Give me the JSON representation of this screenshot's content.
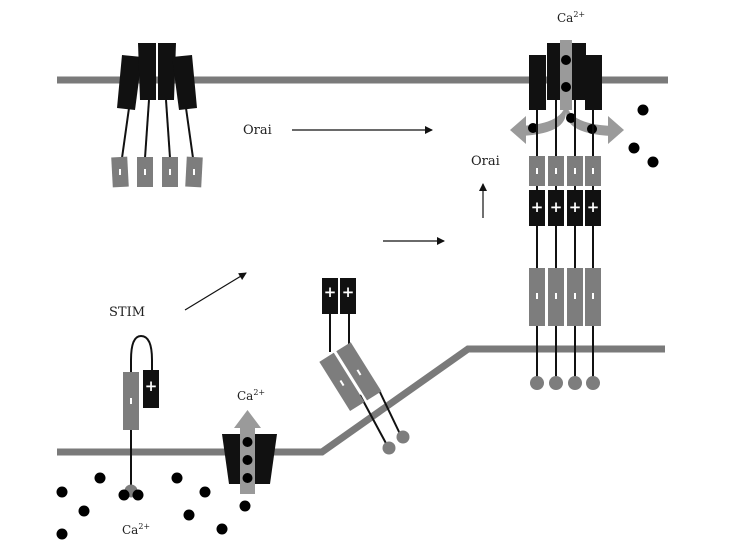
{
  "labels": {
    "orai_top": "Orai",
    "orai_right": "Orai",
    "stim": "STIM",
    "ca_top_base": "Ca",
    "ca_top_sup": "2+",
    "ca_mid_base": "Ca",
    "ca_mid_sup": "2+",
    "ca_bottom_base": "Ca",
    "ca_bottom_sup": "2+"
  },
  "glyphs": {
    "minus": "-",
    "plus": "+"
  },
  "colors": {
    "membrane": "#7a7a7a",
    "channel": "#111111",
    "stim_gray": "#7d7d7d",
    "ion": "#000000",
    "arrow_gray": "#9a9a9a"
  }
}
